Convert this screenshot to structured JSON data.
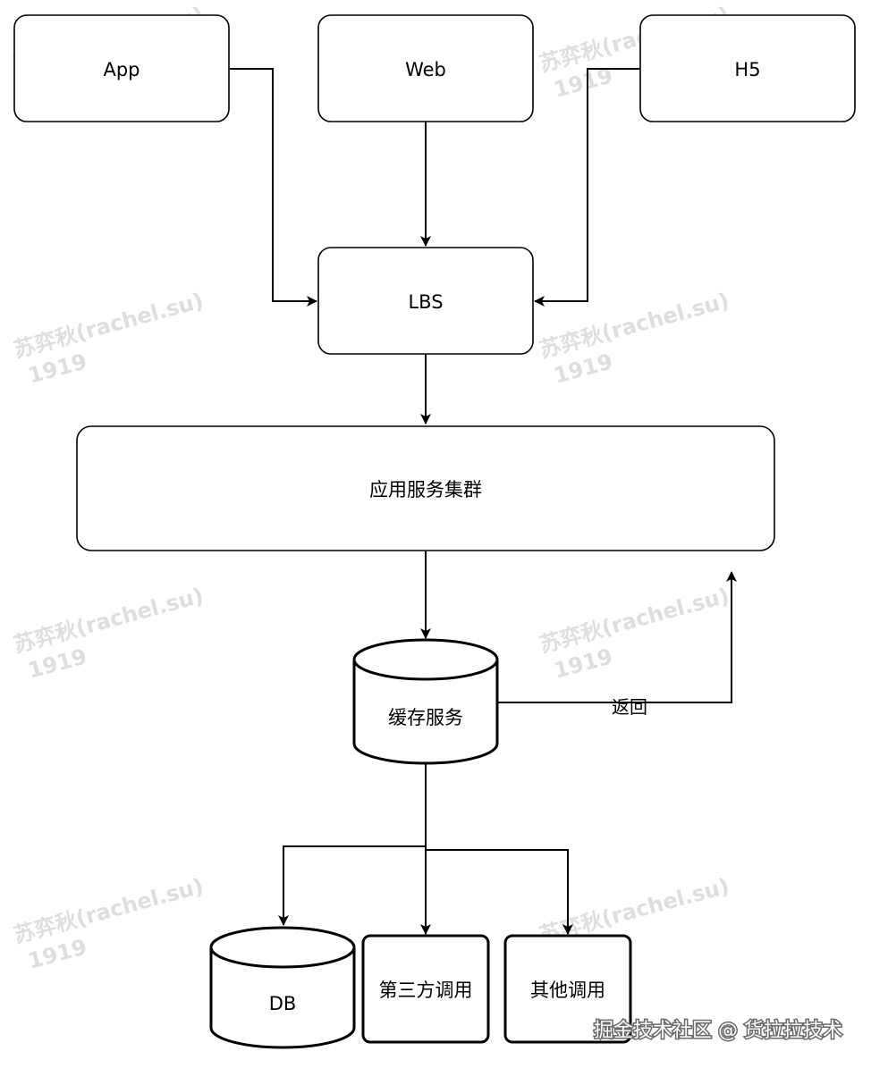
{
  "watermark": {
    "line1": "苏弈秋(rachel.su)",
    "line2": "1919"
  },
  "nodes": {
    "app": "App",
    "web": "Web",
    "h5": "H5",
    "lbs": "LBS",
    "cluster": "应用服务集群",
    "cache": "缓存服务",
    "db": "DB",
    "third_party": "第三方调用",
    "other": "其他调用"
  },
  "edges": {
    "return_label": "返回"
  },
  "footer": {
    "text": "掘金技术社区 @ 货拉拉技术"
  },
  "colors": {
    "stroke": "#000000",
    "background": "#ffffff",
    "watermark": "#d4d4d4"
  }
}
